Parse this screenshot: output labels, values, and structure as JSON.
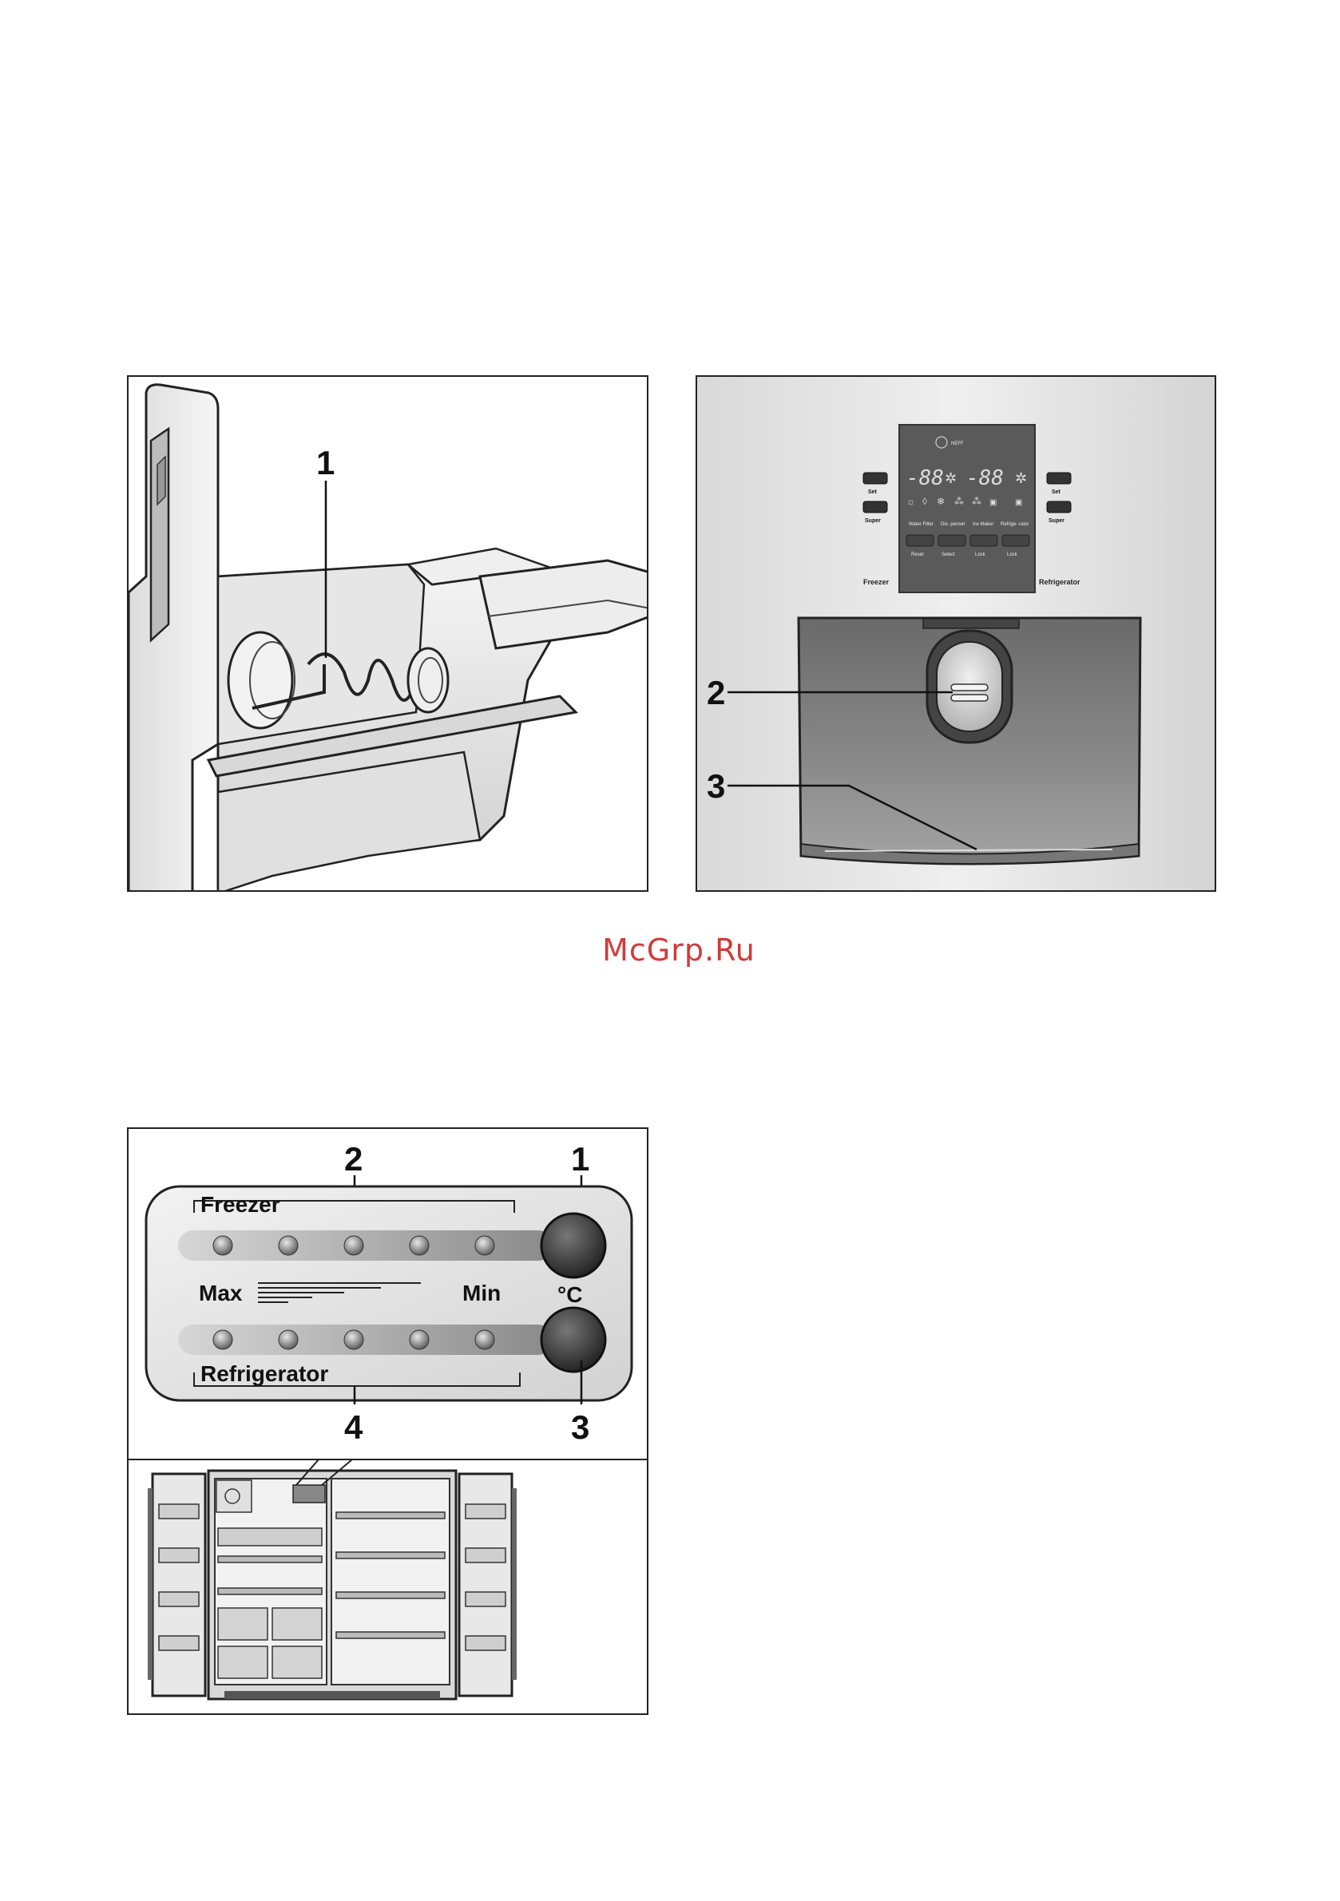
{
  "watermark": "McGrp.Ru",
  "figures": {
    "ice_maker": {
      "callouts": [
        "1"
      ]
    },
    "dispenser": {
      "callouts": [
        "2",
        "3"
      ],
      "panel": {
        "brand": "NEFF",
        "freezer_label": "Freezer",
        "refrigerator_label": "Refrigerator",
        "left_buttons": [
          "Set",
          "Super"
        ],
        "right_buttons": [
          "Set",
          "Super"
        ],
        "segment_left": "-88",
        "segment_right": "-88",
        "upper_labels": [
          "Water Filter",
          "Dis- penser",
          "Ice Maker",
          "Refrige- rator"
        ],
        "lower_labels": [
          "Reset",
          "Select",
          "Lock",
          "Lock"
        ]
      }
    },
    "control_panel": {
      "callouts": [
        "2",
        "1",
        "4",
        "3"
      ],
      "freezer_label": "Freezer",
      "refrigerator_label": "Refrigerator",
      "max_label": "Max",
      "min_label": "Min",
      "unit_label": "°C"
    }
  }
}
